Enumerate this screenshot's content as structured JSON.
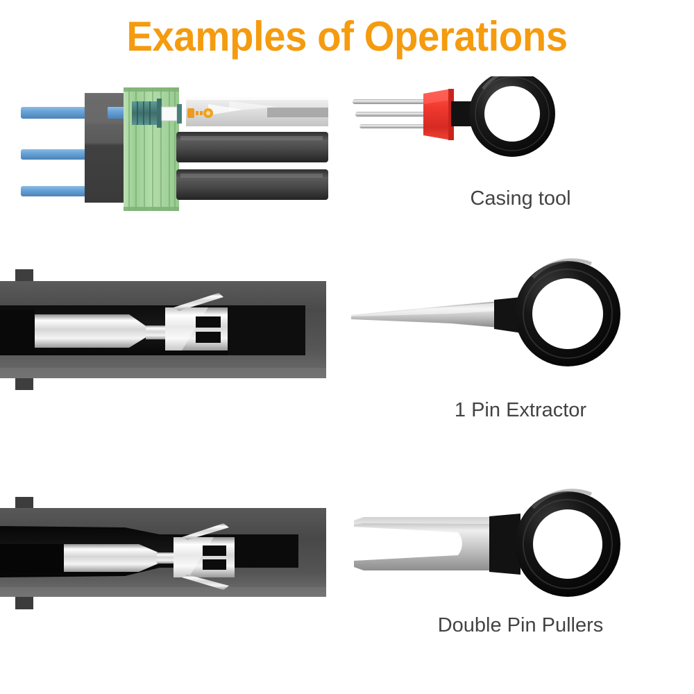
{
  "page": {
    "background_color": "#FFFFFF",
    "title": "Examples of Operations",
    "title_color": "#F59B0E",
    "label_color": "#434343"
  },
  "rows": [
    {
      "id": "row-1",
      "illustration": {
        "name": "connector-cutaway-casing",
        "description": "Cutaway diagram of multi-pin connector with blue pins, dark grey body, green ribbed housing and two dark cable tubes",
        "colors": {
          "pin_blue": "#5B9BD5",
          "body_grey": "#4C4C4C",
          "housing_green": "#A9D6A2",
          "bellows_teal": "#4A7F7C",
          "accent_orange": "#EE9A1E",
          "tube_dark": "#3A3A3A",
          "cable_light": "#D9D9D9"
        }
      },
      "tool": {
        "name": "casing-tool",
        "label": "Casing tool",
        "prong_count": 3,
        "colors": {
          "prong_silver": "#BFBFBF",
          "collar_red": "#EE3B33",
          "ring_black": "#151515"
        }
      }
    },
    {
      "id": "row-2",
      "illustration": {
        "name": "terminal-cutaway-single",
        "description": "Cutaway of connector housing showing silver metal terminal with one retention tab and two dark windows",
        "colors": {
          "housing_grey": "#4A4A4A",
          "cavity_black": "#111111",
          "terminal_silver": "#E8E8E8",
          "window_black": "#101010"
        }
      },
      "tool": {
        "name": "one-pin-extractor",
        "label": "1 Pin Extractor",
        "prong_count": 1,
        "colors": {
          "blade_silver": "#C9C9C9",
          "ring_black": "#111111"
        }
      }
    },
    {
      "id": "row-3",
      "illustration": {
        "name": "terminal-cutaway-double",
        "description": "Cutaway of connector housing showing silver terminal with two retention tabs top and bottom",
        "colors": {
          "housing_grey": "#4A4A4A",
          "cavity_black": "#0C0C0C",
          "terminal_silver": "#E8E8E8",
          "window_black": "#101010"
        }
      },
      "tool": {
        "name": "double-pin-pullers",
        "label": "Double Pin Pullers",
        "prong_count": 2,
        "colors": {
          "fork_silver": "#C9C9C9",
          "ring_black": "#111111"
        }
      }
    }
  ]
}
